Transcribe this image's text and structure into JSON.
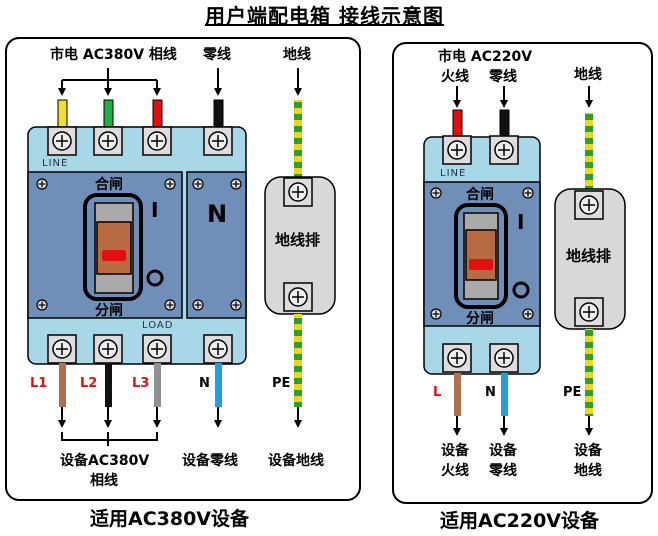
{
  "title": "用户端配电箱 接线示意图",
  "left": {
    "caption": "适用AC380V设备",
    "supply_label": "市电 AC380V 相线",
    "neutral_label": "零线",
    "earth_label": "地线",
    "line_label": "LINE",
    "load_label": "LOAD",
    "on_label": "合闸",
    "off_label": "分闸",
    "on_symbol": "I",
    "off_symbol": "O",
    "n_symbol": "N",
    "earth_bar_label": "地线排",
    "out_labels": [
      "L1",
      "L2",
      "L3",
      "N",
      "PE"
    ],
    "device_phase": [
      "设备AC380V",
      "相线"
    ],
    "device_neutral": "设备零线",
    "device_earth": "设备地线"
  },
  "right": {
    "caption": "适用AC220V设备",
    "supply_label": "市电 AC220V",
    "live_label": "火线",
    "neutral_label": "零线",
    "earth_label": "地线",
    "line_label": "LINE",
    "on_label": "合闸",
    "off_label": "分闸",
    "on_symbol": "I",
    "off_symbol": "O",
    "earth_bar_label": "地线排",
    "out_labels": [
      "L",
      "N",
      "PE"
    ],
    "device_live": [
      "设备",
      "火线"
    ],
    "device_neutral": [
      "设备",
      "零线"
    ],
    "device_earth": [
      "设备",
      "地线"
    ]
  },
  "colors": {
    "yellow": "#f0e020",
    "green": "#20b040",
    "red": "#e01010",
    "black": "#111111",
    "brown": "#b07050",
    "grey": "#909090",
    "blue": "#20a0e0",
    "breaker_body": "#a8d8e8",
    "breaker_panel": "#6f8fb8",
    "earth_bar": "#d8d8d8"
  }
}
